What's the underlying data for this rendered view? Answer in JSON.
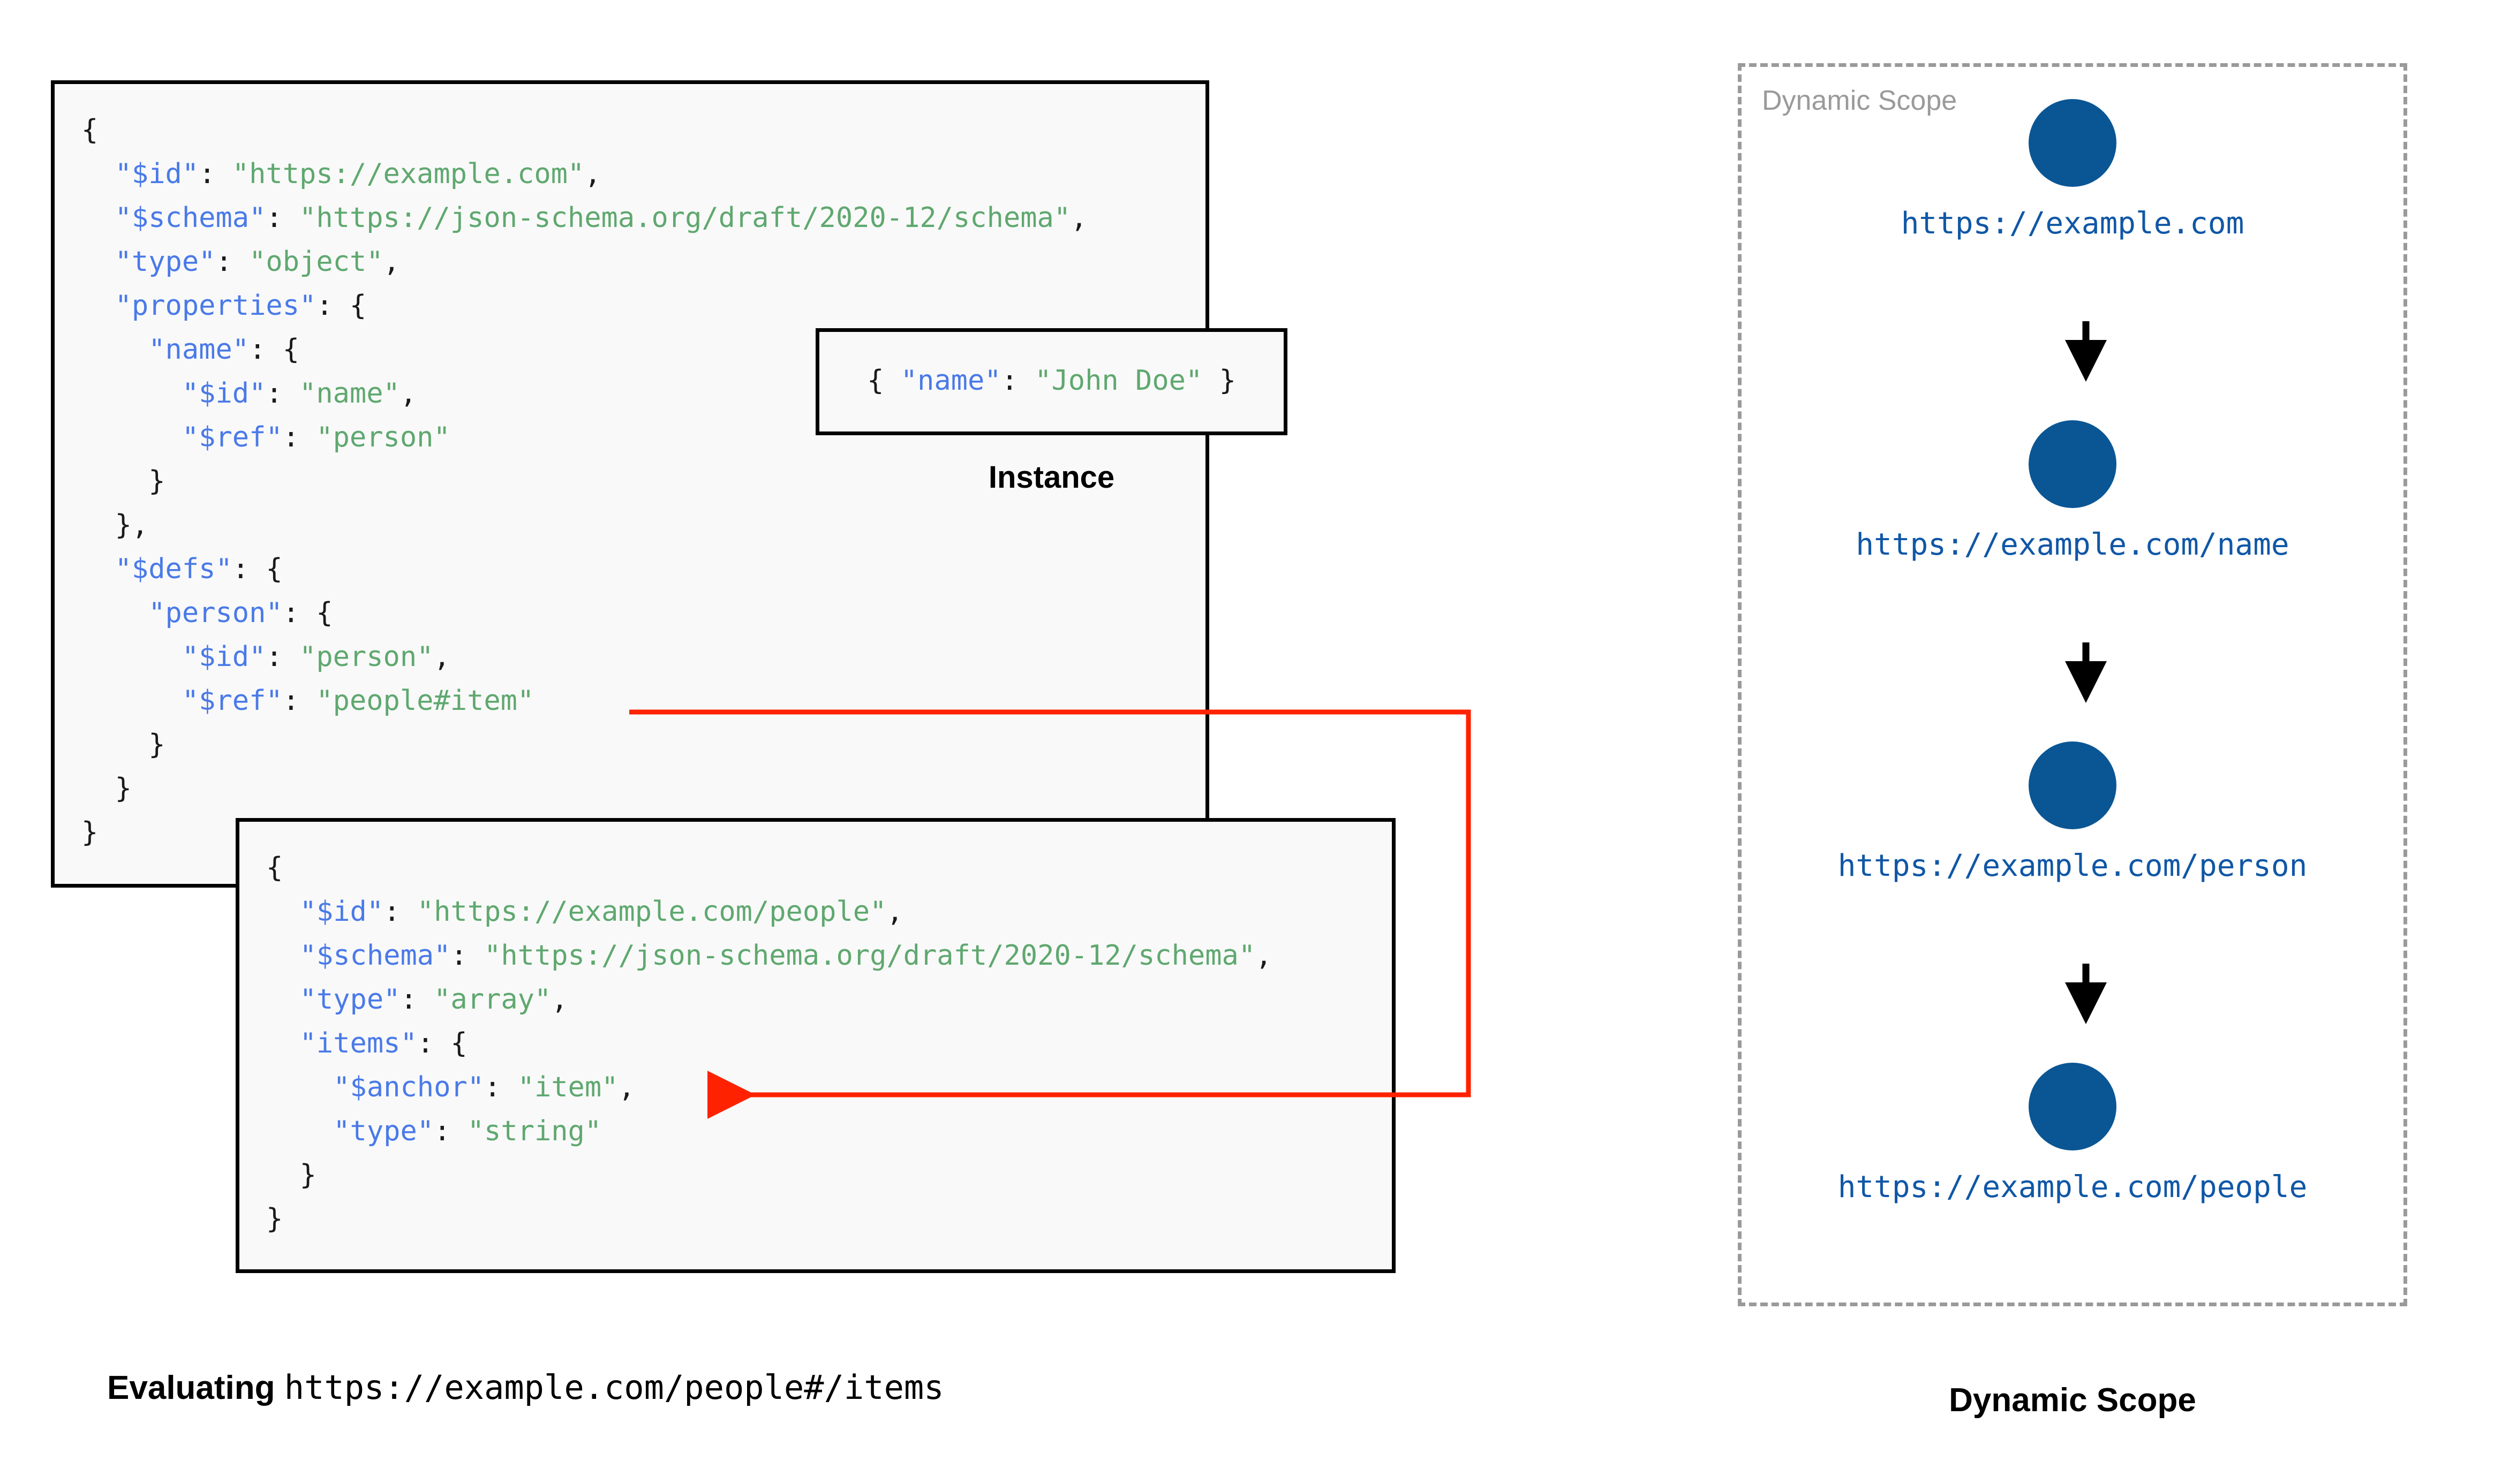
{
  "colors": {
    "json_key": "#4a7ae8",
    "json_string": "#5fa86f",
    "punctuation": "#1a1a1a",
    "box_border": "#000000",
    "box_fill": "#f9f9f9",
    "ref_arrow": "#ff2200",
    "scope_circle": "#0a5694",
    "scope_url": "#1057a6",
    "scope_panel_border": "#9a9a9a",
    "scope_panel_label": "#9a9a9a"
  },
  "schema_box": {
    "name": "root-schema",
    "lines": [
      [
        {
          "t": "{",
          "c": "p"
        }
      ],
      [
        {
          "t": "  ",
          "c": "p"
        },
        {
          "t": "\"$id\"",
          "c": "k"
        },
        {
          "t": ": ",
          "c": "p"
        },
        {
          "t": "\"https://example.com\"",
          "c": "s"
        },
        {
          "t": ",",
          "c": "p"
        }
      ],
      [
        {
          "t": "  ",
          "c": "p"
        },
        {
          "t": "\"$schema\"",
          "c": "k"
        },
        {
          "t": ": ",
          "c": "p"
        },
        {
          "t": "\"https://json-schema.org/draft/2020-12/schema\"",
          "c": "s"
        },
        {
          "t": ",",
          "c": "p"
        }
      ],
      [
        {
          "t": "  ",
          "c": "p"
        },
        {
          "t": "\"type\"",
          "c": "k"
        },
        {
          "t": ": ",
          "c": "p"
        },
        {
          "t": "\"object\"",
          "c": "s"
        },
        {
          "t": ",",
          "c": "p"
        }
      ],
      [
        {
          "t": "  ",
          "c": "p"
        },
        {
          "t": "\"properties\"",
          "c": "k"
        },
        {
          "t": ": {",
          "c": "p"
        }
      ],
      [
        {
          "t": "    ",
          "c": "p"
        },
        {
          "t": "\"name\"",
          "c": "k"
        },
        {
          "t": ": {",
          "c": "p"
        }
      ],
      [
        {
          "t": "      ",
          "c": "p"
        },
        {
          "t": "\"$id\"",
          "c": "k"
        },
        {
          "t": ": ",
          "c": "p"
        },
        {
          "t": "\"name\"",
          "c": "s"
        },
        {
          "t": ",",
          "c": "p"
        }
      ],
      [
        {
          "t": "      ",
          "c": "p"
        },
        {
          "t": "\"$ref\"",
          "c": "k"
        },
        {
          "t": ": ",
          "c": "p"
        },
        {
          "t": "\"person\"",
          "c": "s"
        }
      ],
      [
        {
          "t": "    }",
          "c": "p"
        }
      ],
      [
        {
          "t": "  },",
          "c": "p"
        }
      ],
      [
        {
          "t": "  ",
          "c": "p"
        },
        {
          "t": "\"$defs\"",
          "c": "k"
        },
        {
          "t": ": {",
          "c": "p"
        }
      ],
      [
        {
          "t": "    ",
          "c": "p"
        },
        {
          "t": "\"person\"",
          "c": "k"
        },
        {
          "t": ": {",
          "c": "p"
        }
      ],
      [
        {
          "t": "      ",
          "c": "p"
        },
        {
          "t": "\"$id\"",
          "c": "k"
        },
        {
          "t": ": ",
          "c": "p"
        },
        {
          "t": "\"person\"",
          "c": "s"
        },
        {
          "t": ",",
          "c": "p"
        }
      ],
      [
        {
          "t": "      ",
          "c": "p"
        },
        {
          "t": "\"$ref\"",
          "c": "k"
        },
        {
          "t": ": ",
          "c": "p"
        },
        {
          "t": "\"people#item\"",
          "c": "s"
        }
      ],
      [
        {
          "t": "    }",
          "c": "p"
        }
      ],
      [
        {
          "t": "  }",
          "c": "p"
        }
      ],
      [
        {
          "t": "}",
          "c": "p"
        }
      ]
    ]
  },
  "instance_box": {
    "name": "instance",
    "caption": "Instance",
    "lines": [
      [
        {
          "t": "{ ",
          "c": "p"
        },
        {
          "t": "\"name\"",
          "c": "k"
        },
        {
          "t": ": ",
          "c": "p"
        },
        {
          "t": "\"John Doe\"",
          "c": "s"
        },
        {
          "t": " }",
          "c": "p"
        }
      ]
    ]
  },
  "people_box": {
    "name": "people-schema",
    "lines": [
      [
        {
          "t": "{",
          "c": "p"
        }
      ],
      [
        {
          "t": "  ",
          "c": "p"
        },
        {
          "t": "\"$id\"",
          "c": "k"
        },
        {
          "t": ": ",
          "c": "p"
        },
        {
          "t": "\"https://example.com/people\"",
          "c": "s"
        },
        {
          "t": ",",
          "c": "p"
        }
      ],
      [
        {
          "t": "  ",
          "c": "p"
        },
        {
          "t": "\"$schema\"",
          "c": "k"
        },
        {
          "t": ": ",
          "c": "p"
        },
        {
          "t": "\"https://json-schema.org/draft/2020-12/schema\"",
          "c": "s"
        },
        {
          "t": ",",
          "c": "p"
        }
      ],
      [
        {
          "t": "  ",
          "c": "p"
        },
        {
          "t": "\"type\"",
          "c": "k"
        },
        {
          "t": ": ",
          "c": "p"
        },
        {
          "t": "\"array\"",
          "c": "s"
        },
        {
          "t": ",",
          "c": "p"
        }
      ],
      [
        {
          "t": "  ",
          "c": "p"
        },
        {
          "t": "\"items\"",
          "c": "k"
        },
        {
          "t": ": {",
          "c": "p"
        }
      ],
      [
        {
          "t": "    ",
          "c": "p"
        },
        {
          "t": "\"$anchor\"",
          "c": "k"
        },
        {
          "t": ": ",
          "c": "p"
        },
        {
          "t": "\"item\"",
          "c": "s"
        },
        {
          "t": ",",
          "c": "p"
        }
      ],
      [
        {
          "t": "    ",
          "c": "p"
        },
        {
          "t": "\"type\"",
          "c": "k"
        },
        {
          "t": ": ",
          "c": "p"
        },
        {
          "t": "\"string\"",
          "c": "s"
        }
      ],
      [
        {
          "t": "  }",
          "c": "p"
        }
      ],
      [
        {
          "t": "}",
          "c": "p"
        }
      ]
    ]
  },
  "scope_panel": {
    "inner_label": "Dynamic Scope",
    "caption": "Dynamic Scope",
    "nodes": [
      {
        "url": "https://example.com"
      },
      {
        "url": "https://example.com/name"
      },
      {
        "url": "https://example.com/person"
      },
      {
        "url": "https://example.com/people"
      }
    ]
  },
  "eval_caption": {
    "bold": "Evaluating",
    "mono": "https://example.com/people#/items"
  }
}
